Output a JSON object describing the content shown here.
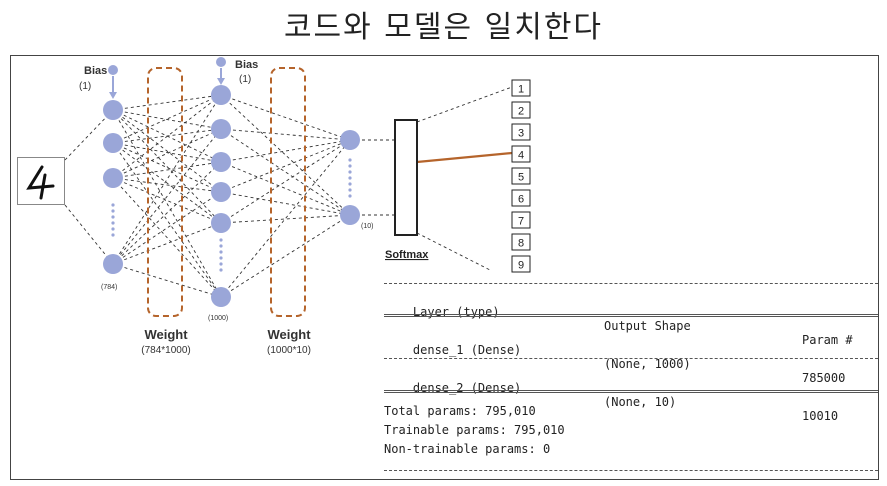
{
  "title": "코드와 모델은 일치한다",
  "diagram": {
    "bias1_label": "Bias",
    "bias1_sub": "(1)",
    "bias2_label": "Bias",
    "bias2_sub": "(1)",
    "input_count": "(784)",
    "hidden_count": "(1000)",
    "output_count": "(10)",
    "weight1_label": "Weight",
    "weight1_sub": "(784*1000)",
    "weight2_label": "Weight",
    "weight2_sub": "(1000*10)",
    "softmax_label": "Softmax",
    "output_classes": [
      "1",
      "2",
      "3",
      "4",
      "5",
      "6",
      "7",
      "8",
      "9"
    ],
    "highlight_class": "4",
    "colors": {
      "node": "#9aa6d8",
      "weight_box": "#b5642b",
      "highlight": "#b5642b"
    }
  },
  "summary": {
    "headers": [
      "Layer (type)",
      "Output Shape",
      "Param #"
    ],
    "rows": [
      [
        "dense_1 (Dense)",
        "(None, 1000)",
        "785000"
      ],
      [
        "dense_2 (Dense)",
        "(None, 10)",
        "10010"
      ]
    ],
    "total": "Total params: 795,010",
    "trainable": "Trainable params: 795,010",
    "non_trainable": "Non-trainable params: 0"
  }
}
